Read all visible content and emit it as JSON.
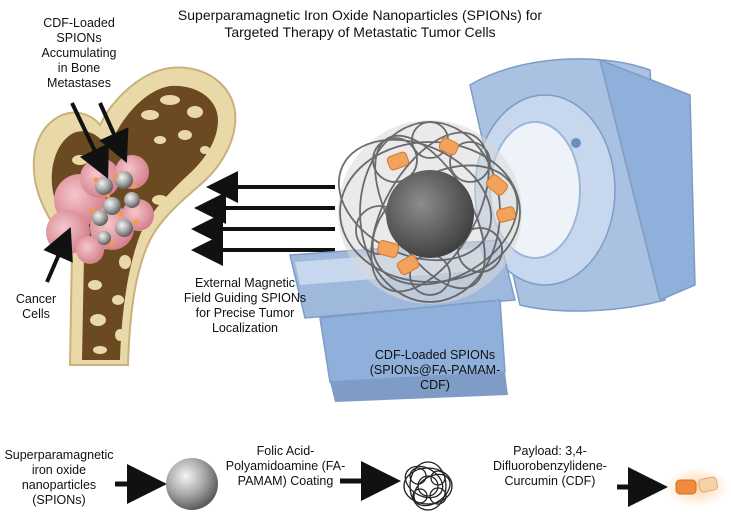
{
  "title": "Superparamagnetic Iron Oxide Nanoparticles (SPIONs) for\nTargeted Therapy of Metastatic Tumor Cells",
  "labels": {
    "bone_metastases": "CDF-Loaded\nSPIONs\nAccumulating\nin Bone\nMetastases",
    "cancer_cells": "Cancer\nCells",
    "magnetic_field": "External Magnetic\nField Guiding SPIONs\nfor Precise Tumor\nLocalization",
    "cdf_loaded": "CDF-Loaded SPIONs\n(SPIONs@FA-PAMAM-\nCDF)"
  },
  "legend": [
    {
      "id": "spions",
      "text": "Superparamagnetic\niron oxide\nnanoparticles\n(SPIONs)",
      "icon": "sphere-icon"
    },
    {
      "id": "coating",
      "text": "Folic Acid-\nPolyamidoamine (FA-\nPAMAM) Coating",
      "icon": "polymer-coil-icon"
    },
    {
      "id": "payload",
      "text": "Payload: 3,4-\nDifluorobenzylidene-\nCurcumin (CDF)",
      "icon": "drug-capsule-icon"
    }
  ],
  "colors": {
    "bone": "#e9d9a8",
    "marrow": "#6b4a22",
    "tumor": "#e9a3ab",
    "mri": "#a9c2e2",
    "payload": "#f2a25a",
    "particle": "#9a9a9a"
  }
}
